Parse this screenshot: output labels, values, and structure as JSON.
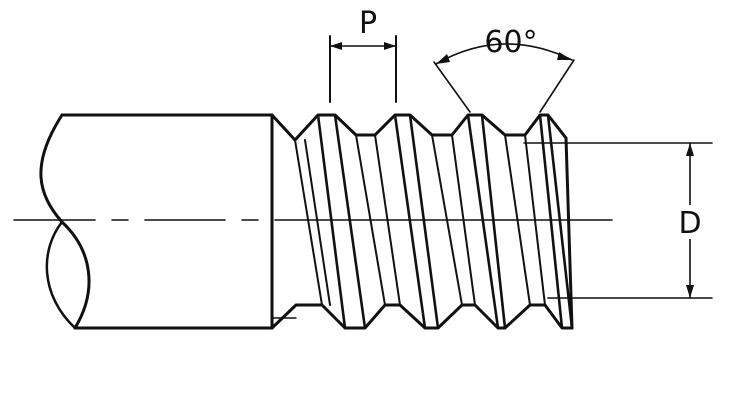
{
  "labels": {
    "pitch": "P",
    "angle": "60°",
    "diameter": "D"
  },
  "colors": {
    "line": "#111111",
    "background": "#ffffff"
  }
}
